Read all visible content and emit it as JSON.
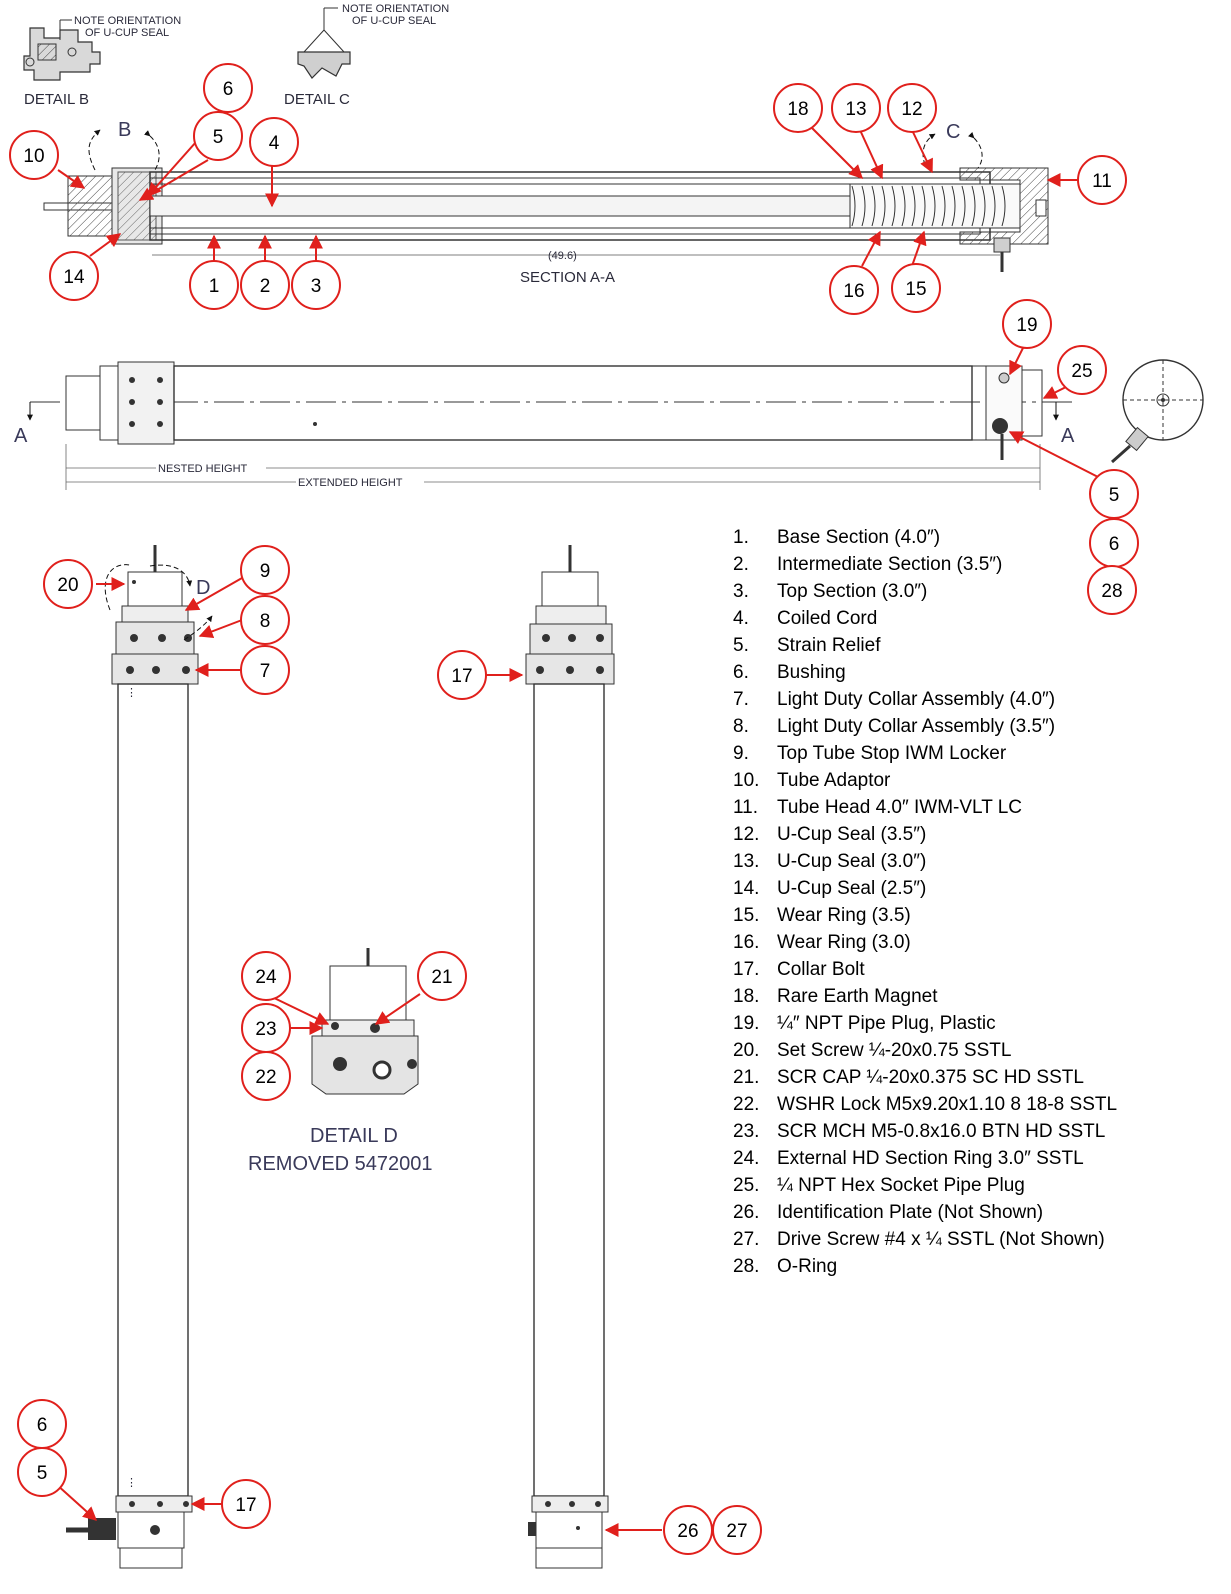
{
  "detail_b": {
    "note": "NOTE ORIENTATION\nOF U-CUP SEAL",
    "title": "DETAIL  B"
  },
  "detail_c": {
    "note": "NOTE ORIENTATION\nOF U-CUP SEAL",
    "title": "DETAIL  C"
  },
  "section": {
    "title": "SECTION  A-A",
    "dimension": "(49.6)",
    "view_b": "B",
    "view_c": "C"
  },
  "side_view": {
    "cut_left": "A",
    "cut_right": "A",
    "nested_height": "NESTED HEIGHT",
    "extended_height": "EXTENDED HEIGHT"
  },
  "detail_d": {
    "title": "DETAIL  D",
    "subtitle": "REMOVED 5472001",
    "view_d": "D"
  },
  "callouts": {
    "c1": "1",
    "c2": "2",
    "c3": "3",
    "c4": "4",
    "c5": "5",
    "c6": "6",
    "c7": "7",
    "c8": "8",
    "c9": "9",
    "c10": "10",
    "c11": "11",
    "c12": "12",
    "c13": "13",
    "c14": "14",
    "c15": "15",
    "c16": "16",
    "c17": "17",
    "c18": "18",
    "c19": "19",
    "c20": "20",
    "c21": "21",
    "c22": "22",
    "c23": "23",
    "c24": "24",
    "c25": "25",
    "c26": "26",
    "c27": "27",
    "c28": "28"
  },
  "parts": [
    {
      "num": "1.",
      "label": "Base Section (4.0″)"
    },
    {
      "num": "2.",
      "label": "Intermediate Section (3.5″)"
    },
    {
      "num": "3.",
      "label": "Top Section (3.0″)"
    },
    {
      "num": "4.",
      "label": "Coiled Cord"
    },
    {
      "num": "5.",
      "label": "Strain Relief"
    },
    {
      "num": "6.",
      "label": "Bushing"
    },
    {
      "num": "7.",
      "label": "Light Duty Collar Assembly (4.0″)"
    },
    {
      "num": "8.",
      "label": "Light Duty Collar Assembly (3.5″)"
    },
    {
      "num": "9.",
      "label": "Top Tube Stop IWM Locker"
    },
    {
      "num": "10.",
      "label": "Tube Adaptor"
    },
    {
      "num": "11.",
      "label": "Tube Head 4.0″ IWM-VLT LC"
    },
    {
      "num": "12.",
      "label": "U-Cup Seal (3.5″)"
    },
    {
      "num": "13.",
      "label": "U-Cup Seal (3.0″)"
    },
    {
      "num": "14.",
      "label": "U-Cup Seal (2.5″)"
    },
    {
      "num": "15.",
      "label": "Wear Ring (3.5)"
    },
    {
      "num": "16.",
      "label": "Wear Ring (3.0)"
    },
    {
      "num": "17.",
      "label": "Collar Bolt"
    },
    {
      "num": "18.",
      "label": "Rare Earth Magnet"
    },
    {
      "num": "19.",
      "label": "¼″ NPT Pipe Plug, Plastic"
    },
    {
      "num": "20.",
      "label": "Set Screw ¼-20x0.75 SSTL"
    },
    {
      "num": "21.",
      "label": "SCR CAP ¼-20x0.375 SC HD SSTL"
    },
    {
      "num": "22.",
      "label": "WSHR Lock M5x9.20x1.10 8 18-8 SSTL"
    },
    {
      "num": "23.",
      "label": "SCR MCH M5-0.8x16.0 BTN HD SSTL"
    },
    {
      "num": "24.",
      "label": "External HD Section Ring 3.0″ SSTL"
    },
    {
      "num": "25.",
      "label": "¼ NPT Hex Socket Pipe Plug"
    },
    {
      "num": "26.",
      "label": "Identification Plate (Not Shown)"
    },
    {
      "num": "27.",
      "label": "Drive Screw #4 x ¼ SSTL (Not Shown)"
    },
    {
      "num": "28.",
      "label": "O-Ring"
    }
  ]
}
